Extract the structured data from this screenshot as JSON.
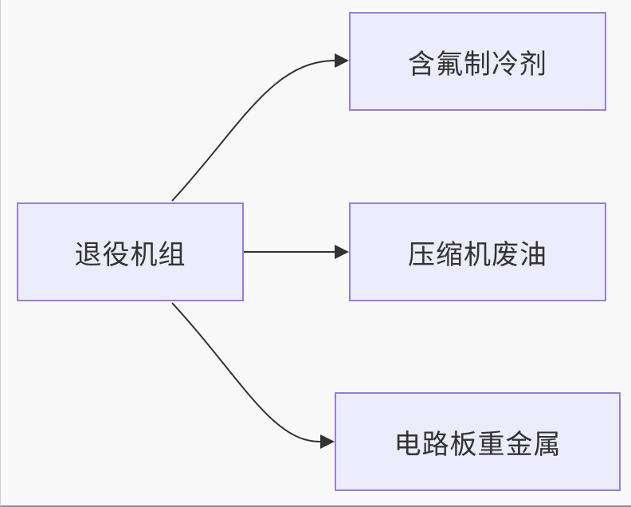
{
  "diagram": {
    "source": {
      "label": "退役机组"
    },
    "targets": [
      {
        "label": "含氟制冷剂"
      },
      {
        "label": "压缩机废油"
      },
      {
        "label": "电路板重金属"
      }
    ],
    "edges": [
      {
        "from": "退役机组",
        "to": "含氟制冷剂"
      },
      {
        "from": "退役机组",
        "to": "压缩机废油"
      },
      {
        "from": "退役机组",
        "to": "电路板重金属"
      }
    ]
  }
}
